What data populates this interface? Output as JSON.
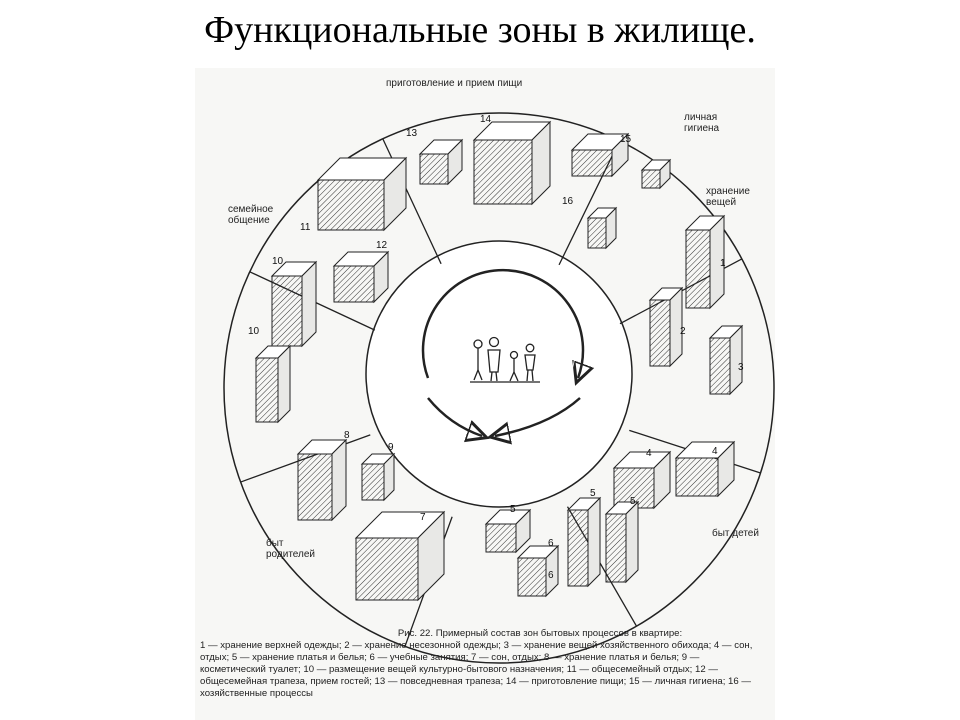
{
  "title": "Функциональные зоны в жилище.",
  "zones": {
    "cooking": "приготовление и прием пищи",
    "hygiene": "личная гигиена",
    "storage": "хранение вещей",
    "children": "быт детей",
    "parents": "быт родителей",
    "family": "семейное общение"
  },
  "item_numbers": [
    "1",
    "2",
    "3",
    "4",
    "4",
    "5",
    "5",
    "6",
    "5",
    "6",
    "7",
    "8",
    "9",
    "10",
    "10",
    "11",
    "12",
    "13",
    "14",
    "15",
    "16"
  ],
  "caption": {
    "title": "Рис. 22. Примерный состав зон бытовых процессов в квартире:",
    "text": "1 — хранение верхней одежды; 2 — хранение несезонной одежды; 3 — хранение вещей хозяйственного обихода; 4 — сон, отдых; 5 — хранение платья и белья; 6 — учебные занятия; 7 — сон, отдых; 8 — хранение платья и белья; 9 — косметический туалет; 10 — размещение вещей культурно-бытового назначения; 11 — общесемейный отдых; 12 — общесемейная трапеза, прием гостей; 13 — повседневная трапеза; 14 — приготовление пищи; 15 — личная гигиена; 16 — хозяйственные процессы"
  }
}
